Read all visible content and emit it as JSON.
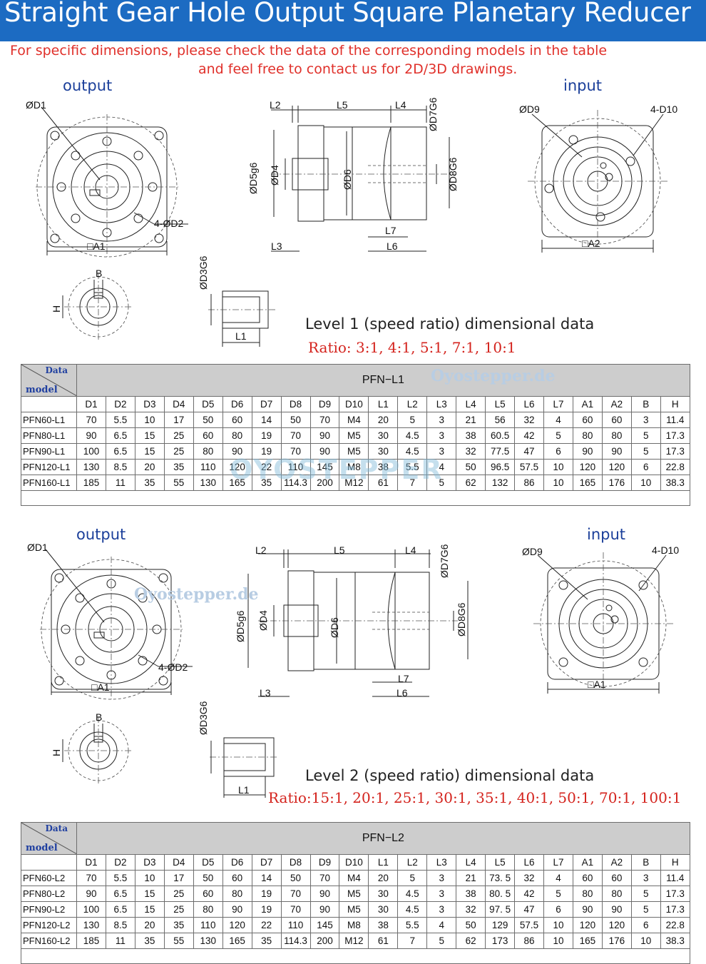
{
  "header": {
    "title": "Straight Gear Hole Output Square Planetary Reducer",
    "note_line1": "For specific dimensions, please check the data of the corresponding models in the table",
    "note_line2": "and feel free to contact us for 2D/3D drawings."
  },
  "watermark": {
    "text": "Oyostepper.de",
    "logo_text": "OYOSTEPPER"
  },
  "labels": {
    "D1": "ØD1",
    "D2": "4-ØD2",
    "D3": "ØD3G6",
    "D4": "ØD4",
    "D5": "ØD5g6",
    "D6": "ØD6",
    "D7": "ØD7G6",
    "D8": "ØD8G6",
    "D9": "ØD9",
    "D10": "4-D10",
    "L1": "L1",
    "L2": "L2",
    "L3": "L3",
    "L4": "L4",
    "L5": "L5",
    "L6": "L6",
    "L7": "L7",
    "A1": "□A1",
    "A2": "□A2",
    "B": "B",
    "H": "H"
  },
  "sections": [
    {
      "output_label": "output",
      "input_label": "input",
      "level_title": "Level 1 (speed ratio) dimensional data",
      "ratio": "Ratio: 3:1,  4:1,  5:1,  7:1,  10:1",
      "input_size_label": "□A2",
      "table": {
        "corner_data": "Data",
        "corner_model": "model",
        "group_title": "PFN−L1",
        "columns": [
          "D1",
          "D2",
          "D3",
          "D4",
          "D5",
          "D6",
          "D7",
          "D8",
          "D9",
          "D10",
          "L1",
          "L2",
          "L3",
          "L4",
          "L5",
          "L6",
          "L7",
          "A1",
          "A2",
          "B",
          "H"
        ],
        "rows": [
          [
            "PFN60-L1",
            "70",
            "5.5",
            "10",
            "17",
            "50",
            "60",
            "14",
            "50",
            "70",
            "M4",
            "20",
            "5",
            "3",
            "21",
            "56",
            "32",
            "4",
            "60",
            "60",
            "3",
            "11.4"
          ],
          [
            "PFN80-L1",
            "90",
            "6.5",
            "15",
            "25",
            "60",
            "80",
            "19",
            "70",
            "90",
            "M5",
            "30",
            "4.5",
            "3",
            "38",
            "60.5",
            "42",
            "5",
            "80",
            "80",
            "5",
            "17.3"
          ],
          [
            "PFN90-L1",
            "100",
            "6.5",
            "15",
            "25",
            "80",
            "90",
            "19",
            "70",
            "90",
            "M5",
            "30",
            "4.5",
            "3",
            "32",
            "77.5",
            "47",
            "6",
            "90",
            "90",
            "5",
            "17.3"
          ],
          [
            "PFN120-L1",
            "130",
            "8.5",
            "20",
            "35",
            "110",
            "120",
            "22",
            "110",
            "145",
            "M8",
            "38",
            "5.5",
            "4",
            "50",
            "96.5",
            "57.5",
            "10",
            "120",
            "120",
            "6",
            "22.8"
          ],
          [
            "PFN160-L1",
            "185",
            "11",
            "35",
            "55",
            "130",
            "165",
            "35",
            "114.3",
            "200",
            "M12",
            "61",
            "7",
            "5",
            "62",
            "132",
            "86",
            "10",
            "165",
            "176",
            "10",
            "38.3"
          ]
        ]
      }
    },
    {
      "output_label": "output",
      "input_label": "input",
      "level_title": "Level 2 (speed ratio) dimensional data",
      "ratio": "Ratio:15:1, 20:1, 25:1, 30:1, 35:1, 40:1, 50:1, 70:1, 100:1",
      "input_size_label": "□A1",
      "table": {
        "corner_data": "Data",
        "corner_model": "model",
        "group_title": "PFN−L2",
        "columns": [
          "D1",
          "D2",
          "D3",
          "D4",
          "D5",
          "D6",
          "D7",
          "D8",
          "D9",
          "D10",
          "L1",
          "L2",
          "L3",
          "L4",
          "L5",
          "L6",
          "L7",
          "A1",
          "A2",
          "B",
          "H"
        ],
        "rows": [
          [
            "PFN60-L2",
            "70",
            "5.5",
            "10",
            "17",
            "50",
            "60",
            "14",
            "50",
            "70",
            "M4",
            "20",
            "5",
            "3",
            "21",
            "73. 5",
            "32",
            "4",
            "60",
            "60",
            "3",
            "11.4"
          ],
          [
            "PFN80-L2",
            "90",
            "6.5",
            "15",
            "25",
            "60",
            "80",
            "19",
            "70",
            "90",
            "M5",
            "30",
            "4.5",
            "3",
            "38",
            "80. 5",
            "42",
            "5",
            "80",
            "80",
            "5",
            "17.3"
          ],
          [
            "PFN90-L2",
            "100",
            "6.5",
            "15",
            "25",
            "80",
            "90",
            "19",
            "70",
            "90",
            "M5",
            "30",
            "4.5",
            "3",
            "32",
            "97. 5",
            "47",
            "6",
            "90",
            "90",
            "5",
            "17.3"
          ],
          [
            "PFN120-L2",
            "130",
            "8.5",
            "20",
            "35",
            "110",
            "120",
            "22",
            "110",
            "145",
            "M8",
            "38",
            "5.5",
            "4",
            "50",
            "129",
            "57.5",
            "10",
            "120",
            "120",
            "6",
            "22.8"
          ],
          [
            "PFN160-L2",
            "185",
            "11",
            "35",
            "55",
            "130",
            "165",
            "35",
            "114.3",
            "200",
            "M12",
            "61",
            "7",
            "5",
            "62",
            "173",
            "86",
            "10",
            "165",
            "176",
            "10",
            "38.3"
          ]
        ]
      }
    }
  ]
}
